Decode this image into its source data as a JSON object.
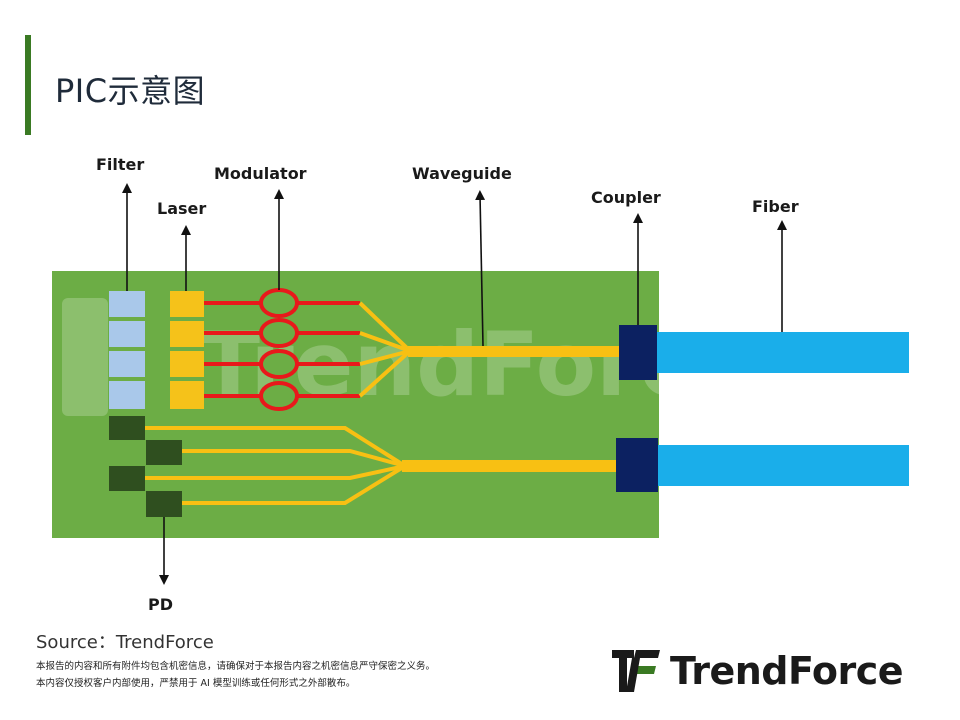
{
  "page": {
    "title": "PIC示意图",
    "source": "Source：TrendForce",
    "disclaimer_line1": "本报告的内容和所有附件均包含机密信息，请确保对于本报告内容之机密信息严守保密之义务。",
    "disclaimer_line2": "本内容仅授权客户内部使用，严禁用于 AI 模型训练或任何形式之外部散布。",
    "brand": "TrendForce",
    "watermark": "TrendForce"
  },
  "diagram": {
    "labels": {
      "filter": "Filter",
      "laser": "Laser",
      "modulator": "Modulator",
      "waveguide": "Waveguide",
      "coupler": "Coupler",
      "fiber": "Fiber",
      "pd": "PD"
    },
    "colors": {
      "chip": "#6cad45",
      "filter": "#a9c8ea",
      "laser": "#f5c21a",
      "modulator": "#e8191b",
      "waveguide": "#f8c013",
      "coupler": "#0c2161",
      "fiber": "#1aaeea",
      "pd": "#2f4f1f",
      "title_bar": "#3a7a23"
    }
  }
}
